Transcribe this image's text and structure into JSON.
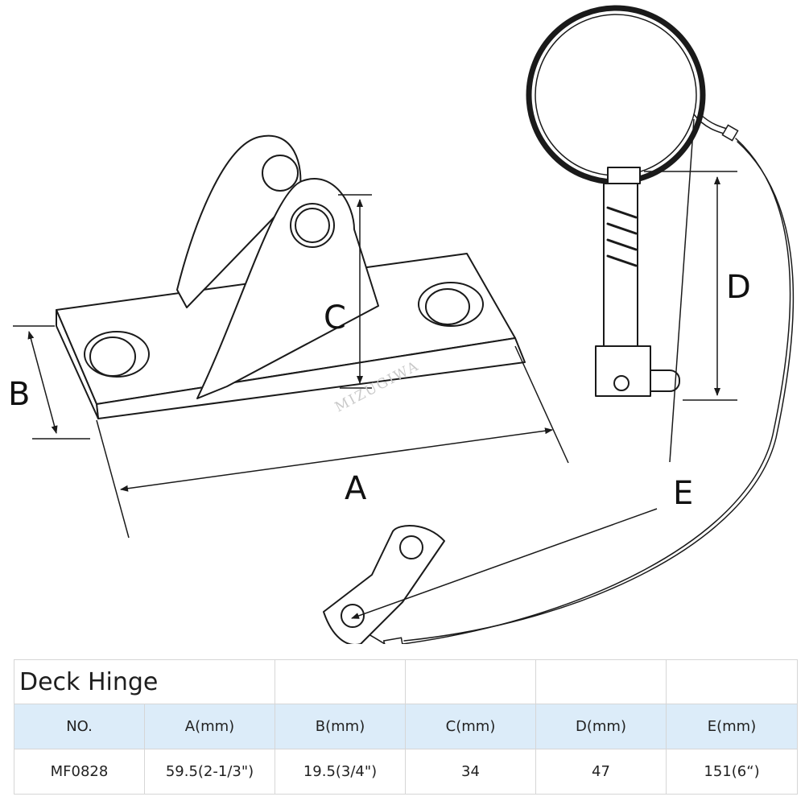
{
  "diagram": {
    "labels": {
      "a": "A",
      "b": "B",
      "c": "C",
      "d": "D",
      "e": "E"
    },
    "watermark": "MIZUGIWA",
    "colors": {
      "line": "#1a1a1a",
      "header_bg": "#dcecf9",
      "border": "#d6d6d6"
    }
  },
  "table": {
    "title": "Deck Hinge",
    "headers": [
      "NO.",
      "A(mm)",
      "B(mm)",
      "C(mm)",
      "D(mm)",
      "E(mm)"
    ],
    "row": [
      "MF0828",
      "59.5(2-1/3\")",
      "19.5(3/4\")",
      "34",
      "47",
      "151(6“)"
    ]
  }
}
